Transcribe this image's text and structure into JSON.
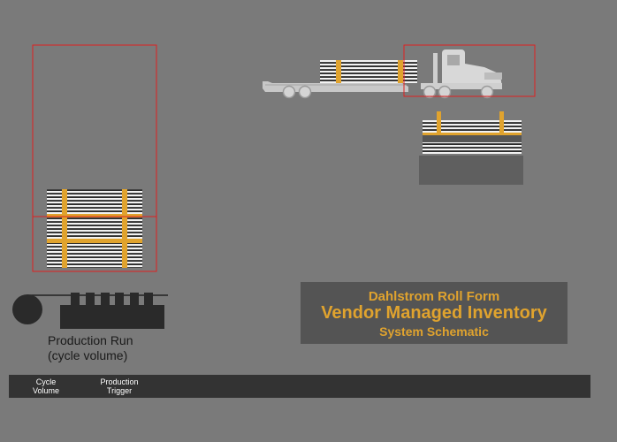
{
  "title_block": {
    "company": "Dahlstrom Roll Form",
    "headline": "Vendor Managed Inventory",
    "subheadline": "System Schematic"
  },
  "production": {
    "label_line1": "Production Run",
    "label_line2": "(cycle volume)"
  },
  "bottom_bar": {
    "items": [
      {
        "line1": "Cycle",
        "line2": "Volume"
      },
      {
        "line1": "Production",
        "line2": "Trigger"
      }
    ]
  },
  "colors": {
    "background": "#7a7a7a",
    "accent": "#e0a32e",
    "highlight_box": "#e02020",
    "panel": "#545454",
    "bar": "#333333"
  }
}
